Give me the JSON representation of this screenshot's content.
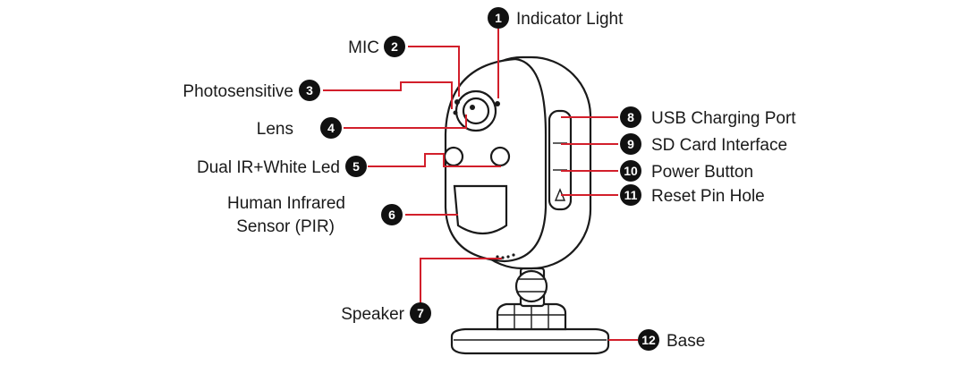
{
  "colors": {
    "leader": "#d21f2b",
    "badge": "#111111",
    "text": "#1a1a1a"
  },
  "callouts": [
    {
      "num": "1",
      "label": "Indicator Light"
    },
    {
      "num": "2",
      "label": "MIC"
    },
    {
      "num": "3",
      "label": "Photosensitive"
    },
    {
      "num": "4",
      "label": "Lens"
    },
    {
      "num": "5",
      "label": "Dual IR+White Led"
    },
    {
      "num": "6",
      "label_line1": "Human Infrared",
      "label_line2": "Sensor (PIR)"
    },
    {
      "num": "7",
      "label": "Speaker"
    },
    {
      "num": "8",
      "label": "USB Charging Port"
    },
    {
      "num": "9",
      "label": "SD Card Interface"
    },
    {
      "num": "10",
      "label": "Power Button"
    },
    {
      "num": "11",
      "label": "Reset Pin Hole"
    },
    {
      "num": "12",
      "label": "Base"
    }
  ]
}
